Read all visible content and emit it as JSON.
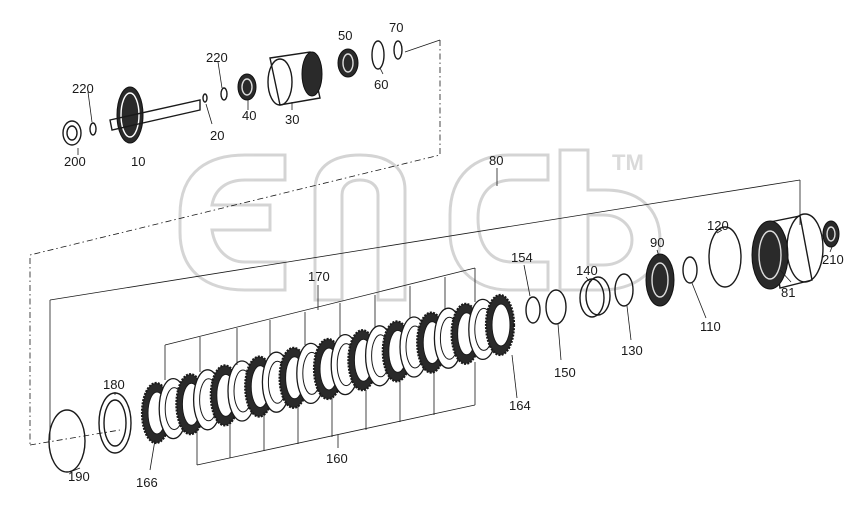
{
  "watermark": {
    "logo_text": "эпсь",
    "trademark": "TM"
  },
  "labels": {
    "p10": "10",
    "p20": "20",
    "p30": "30",
    "p40": "40",
    "p50": "50",
    "p60": "60",
    "p70": "70",
    "p80": "80",
    "p81": "81",
    "p90": "90",
    "p110": "110",
    "p120": "120",
    "p130": "130",
    "p140": "140",
    "p150": "150",
    "p154": "154",
    "p160": "160",
    "p164": "164",
    "p166": "166",
    "p170": "170",
    "p180": "180",
    "p190": "190",
    "p200": "200",
    "p210": "210",
    "p220a": "220",
    "p220b": "220"
  },
  "colors": {
    "ink": "#1a1a1a",
    "watermark": "#d6d6d6"
  }
}
